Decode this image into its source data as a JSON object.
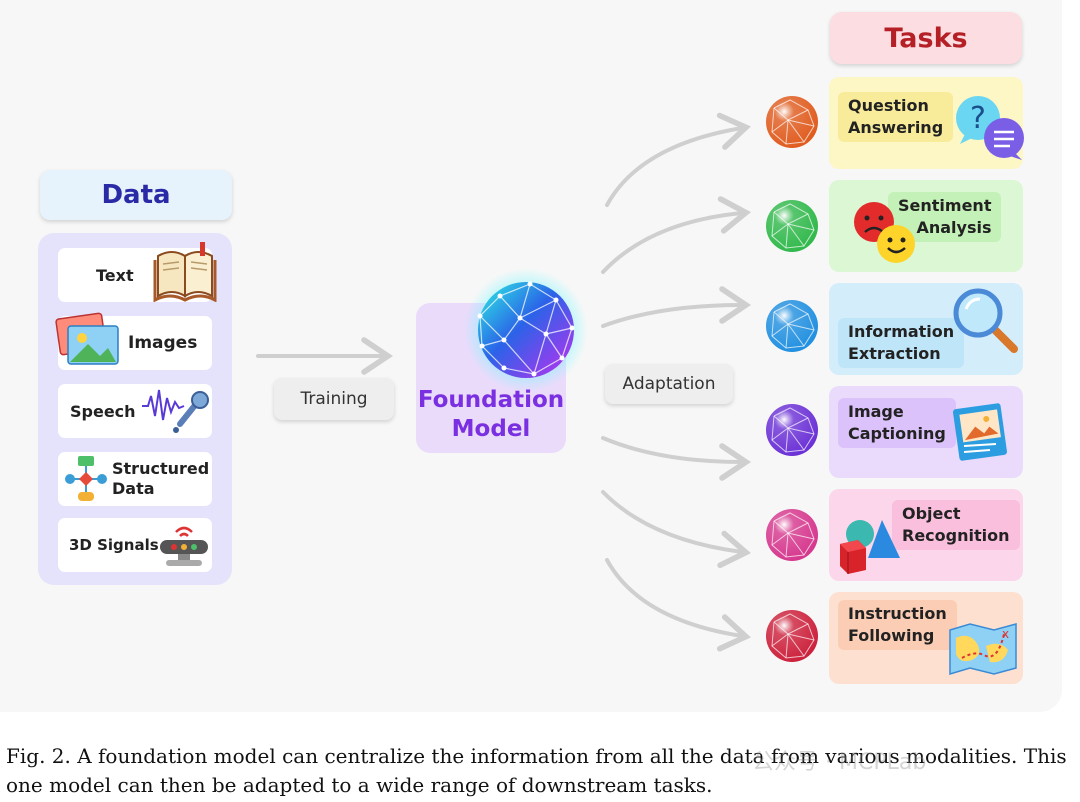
{
  "data_section": {
    "title": "Data",
    "items": [
      "Text",
      "Images",
      "Speech",
      "Structured Data",
      "3D Signals"
    ]
  },
  "training_label": "Training",
  "foundation_model": {
    "line1": "Foundation",
    "line2": "Model"
  },
  "adaptation_label": "Adaptation",
  "tasks_section": {
    "title": "Tasks",
    "items": [
      {
        "line1": "Question",
        "line2": "Answering",
        "color": "#fdf6c5",
        "label_color": "#f8ec9b",
        "orb_color": "#e05a1c"
      },
      {
        "line1": "Sentiment",
        "line2": "Analysis",
        "color": "#dcf7d3",
        "label_color": "#c4f1b7",
        "orb_color": "#2fb84a"
      },
      {
        "line1": "Information",
        "line2": "Extraction",
        "color": "#d3edfb",
        "label_color": "#bfe5f9",
        "orb_color": "#1f8fe0"
      },
      {
        "line1": "Image",
        "line2": "Captioning",
        "color": "#eadbfc",
        "label_color": "#dcc2fa",
        "orb_color": "#6a2fd6"
      },
      {
        "line1": "Object",
        "line2": "Recognition",
        "color": "#fcd6ea",
        "label_color": "#f9bfdd",
        "orb_color": "#d6368d"
      },
      {
        "line1": "Instruction",
        "line2": "Following",
        "color": "#fde0d0",
        "label_color": "#fbcdb5",
        "orb_color": "#cc1f3a"
      }
    ]
  },
  "caption": {
    "line1": "Fig. 2.   A foundation model can centralize the information from all the data from various modalities. This",
    "line2": "one model can then be adapted to a wide range of downstream tasks.",
    "watermark": "公众号 · MCPLab"
  },
  "colors": {
    "data_title": "#2a2aa6",
    "data_panel": "#e4e3fb",
    "foundation_text": "#7a2fe0",
    "tasks_title": "#b42026",
    "arrow": "#d0d0d0"
  }
}
